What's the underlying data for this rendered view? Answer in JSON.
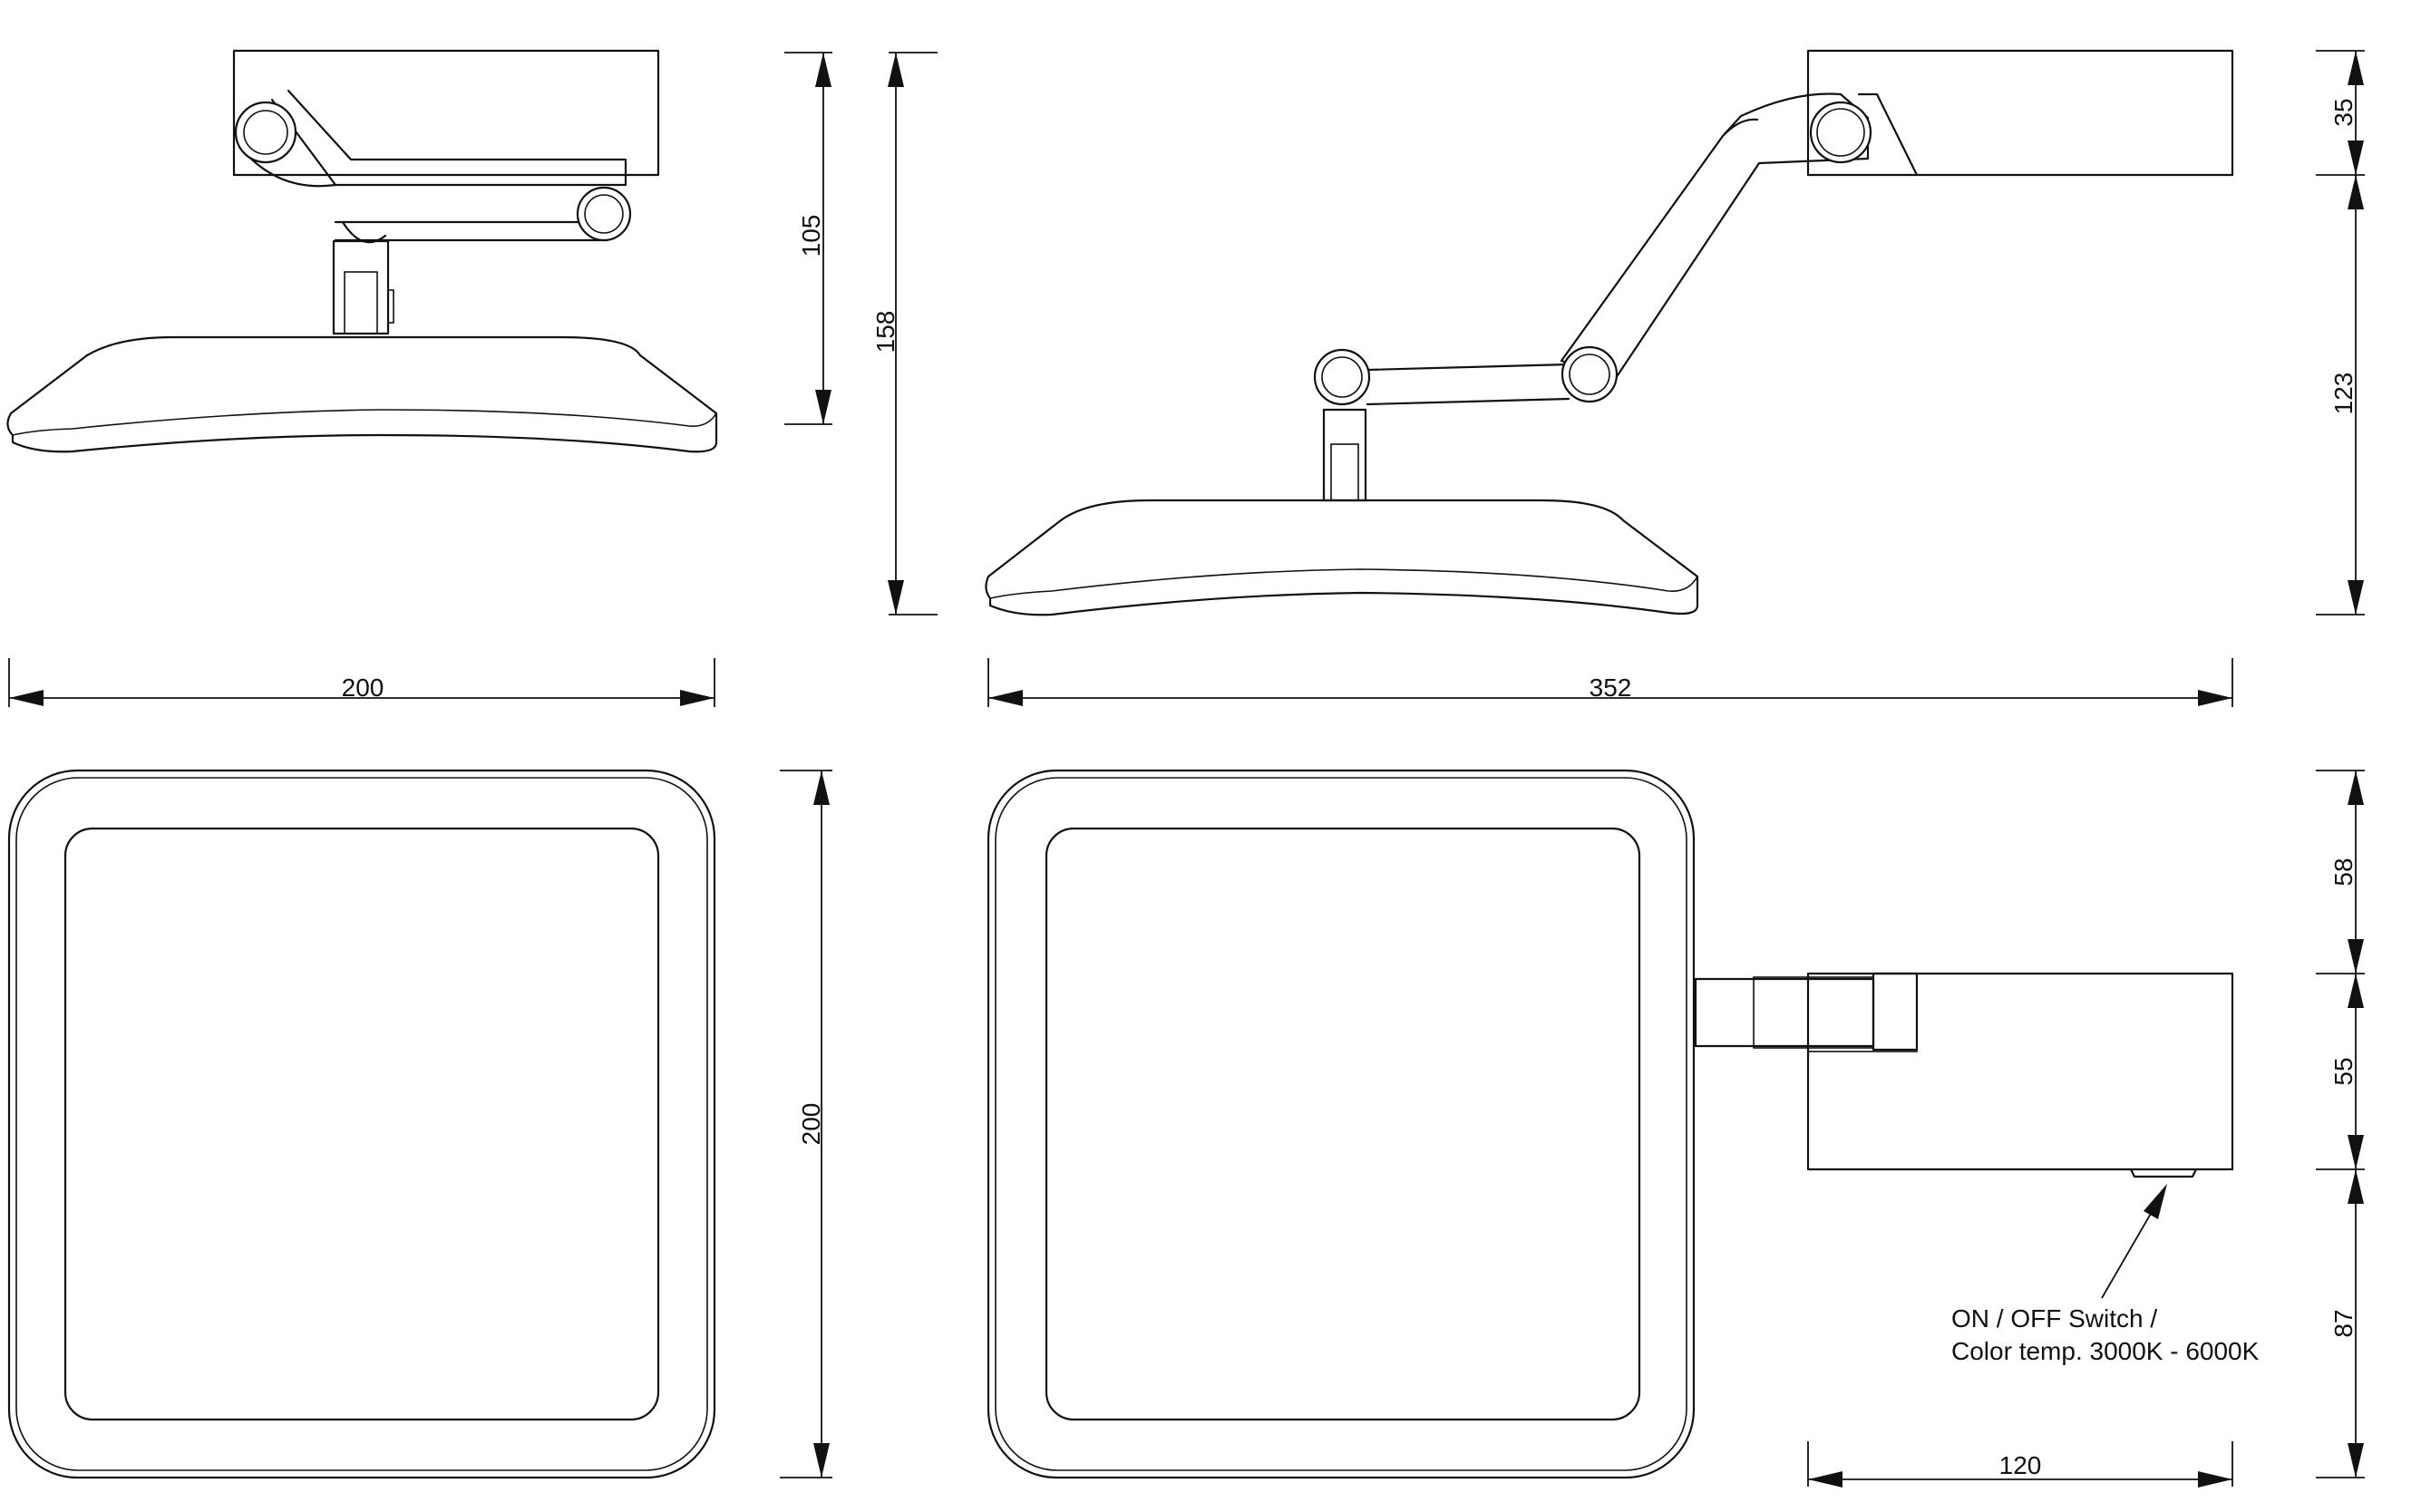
{
  "dimensions": {
    "side_width": "200",
    "side_height": "105",
    "front_height": "158",
    "front_width": "352",
    "head_height": "35",
    "arm_height": "123",
    "top_square_width": "200",
    "head_offset": "58",
    "head_depth": "55",
    "head_clearance": "87",
    "head_length": "120"
  },
  "callout": {
    "line1": "ON / OFF Switch /",
    "line2": "Color temp. 3000K - 6000K"
  },
  "colors": {
    "line": "#111111",
    "background": "#ffffff"
  }
}
